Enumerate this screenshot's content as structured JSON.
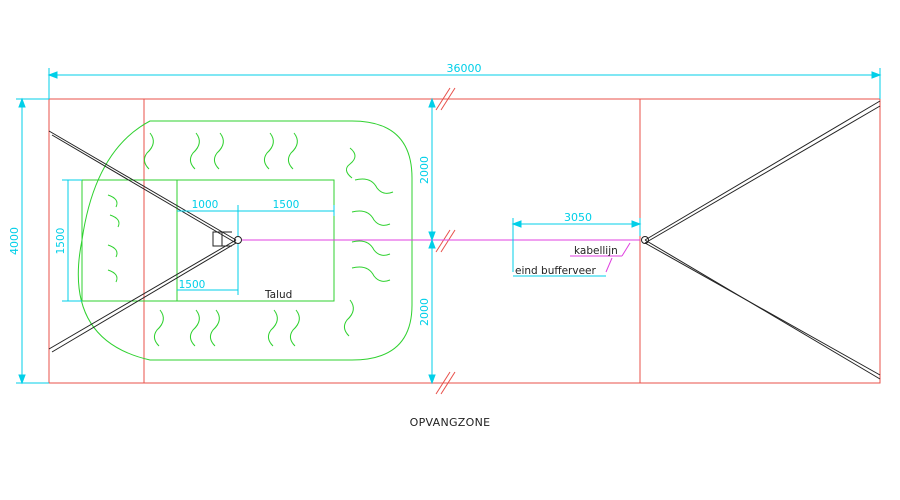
{
  "dimensions": {
    "total_length": "36000",
    "total_width": "4000",
    "upper_half": "2000",
    "lower_half": "2000",
    "zone_width": "1500",
    "offset_left": "1000",
    "offset_right": "1500",
    "offset_lower": "1500",
    "cable_distance": "3050"
  },
  "labels": {
    "talud": "Talud",
    "kabellijn": "kabellijn",
    "eind_bufferveer": "eind bufferveer"
  },
  "caption": "OPVANGZONE",
  "colors": {
    "outline": "#e8504a",
    "dimension": "#00cfe8",
    "slope": "#2fd12f",
    "cable": "#e040e0",
    "structure": "#222222"
  }
}
